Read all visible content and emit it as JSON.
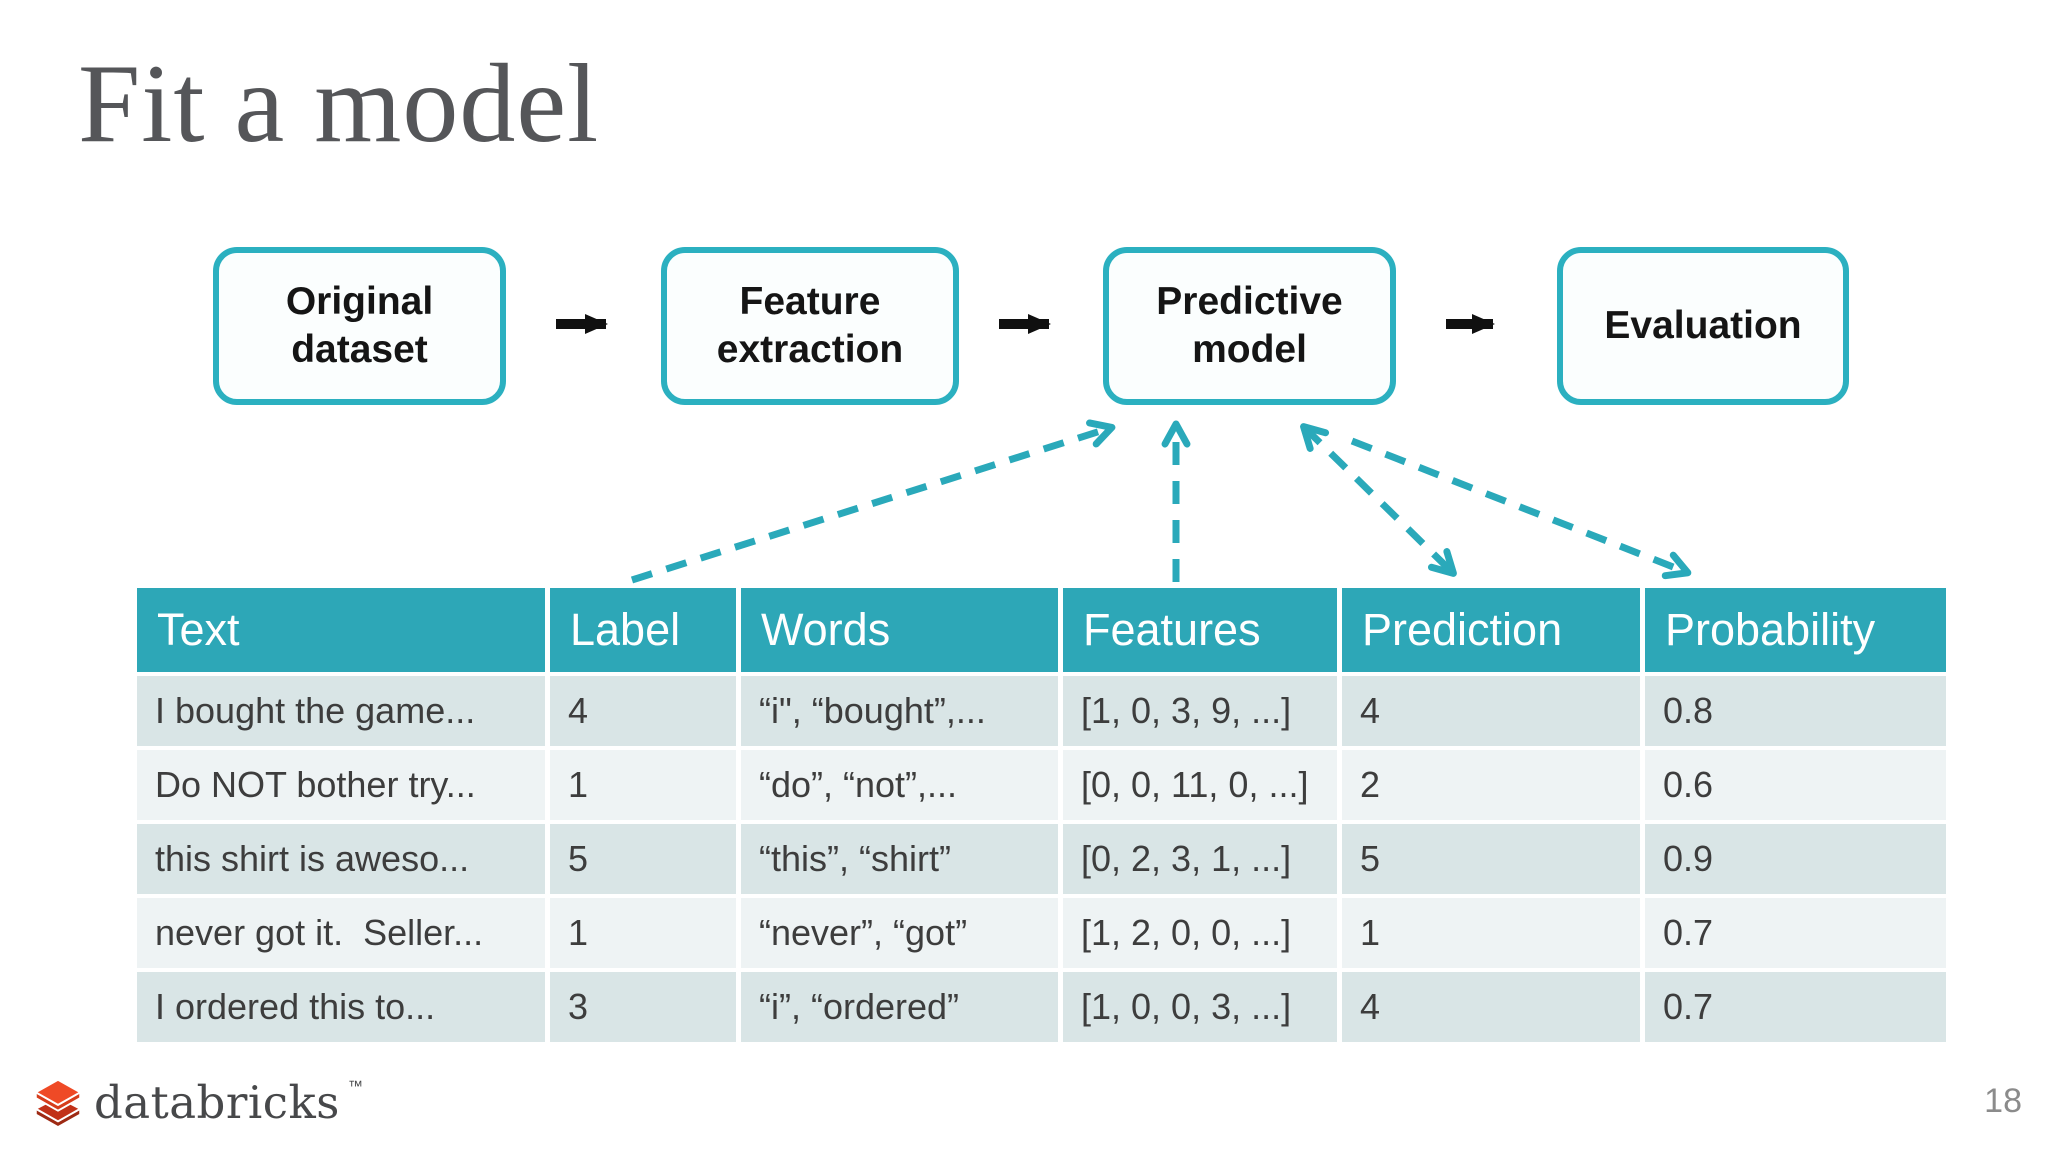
{
  "slide": {
    "title": "Fit a model",
    "page_number": "18"
  },
  "pipeline": {
    "boxes": [
      {
        "label": "Original dataset"
      },
      {
        "label": "Feature extraction"
      },
      {
        "label": "Predictive model"
      },
      {
        "label": "Evaluation"
      }
    ]
  },
  "table": {
    "headers": [
      "Text",
      "Label",
      "Words",
      "Features",
      "Prediction",
      "Probability"
    ],
    "rows": [
      [
        "I bought the game...",
        "4",
        "“i\", “bought”,...",
        "[1, 0, 3, 9, ...]",
        "4",
        "0.8"
      ],
      [
        "Do NOT bother try...",
        "1",
        "“do”, “not”,...",
        "[0, 0, 11, 0, ...]",
        "2",
        "0.6"
      ],
      [
        "this shirt is aweso...",
        "5",
        "“this”, “shirt”",
        "[0, 2, 3, 1, ...]",
        "5",
        "0.9"
      ],
      [
        "never got it.  Seller...",
        "1",
        "“never”, “got”",
        "[1, 2, 0, 0, ...]",
        "1",
        "0.7"
      ],
      [
        "I ordered this to...",
        "3",
        "“i”, “ordered”",
        "[1, 0, 0, 3, ...]",
        "4",
        "0.7"
      ]
    ]
  },
  "footer": {
    "brand": "databricks",
    "trademark": "™"
  },
  "colors": {
    "accent_teal": "#2da7b7",
    "box_border_teal": "#2bb0c0",
    "dashed_arrow_teal": "#2aa9ba",
    "row_odd": "#d9e5e6",
    "row_even": "#eef3f4",
    "brick_orange": "#ef4a26",
    "brick_red": "#c13118"
  }
}
